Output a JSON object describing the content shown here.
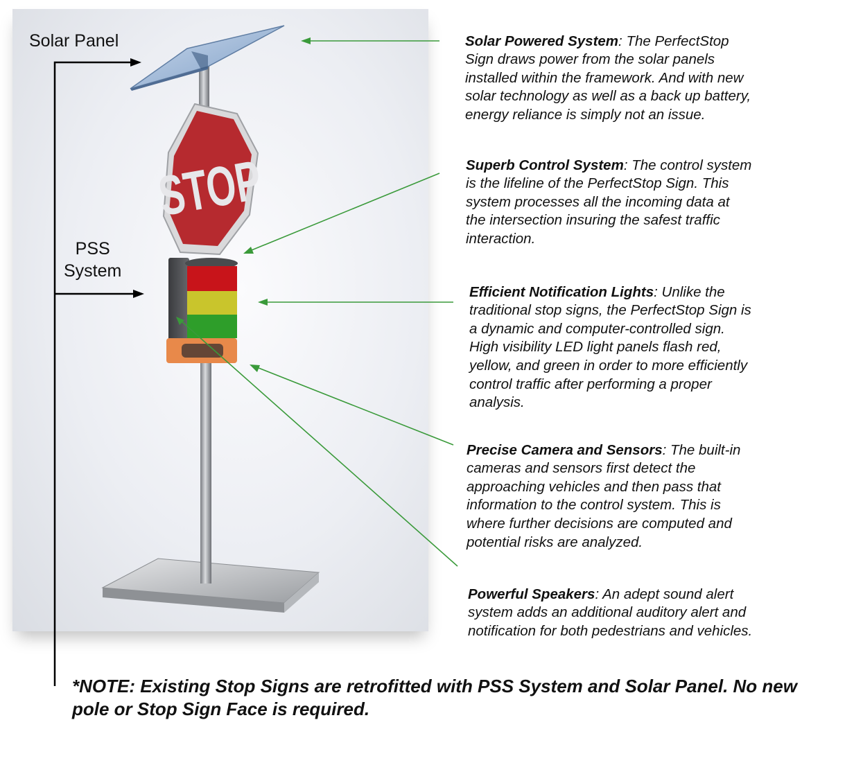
{
  "labels": {
    "solar_panel": "Solar Panel",
    "pss_system": "PSS\nSystem",
    "stop_sign_text": "STOP"
  },
  "callouts": [
    {
      "title": "Solar Powered System",
      "body": ": The PerfectStop\nSign draws power from the solar panels\ninstalled within the framework.  And with new\nsolar technology as well as a back up battery,\nenergy reliance is simply not an issue."
    },
    {
      "title": "Superb Control System",
      "body": ": The control system\nis the lifeline of the PerfectStop Sign. This\nsystem processes all the incoming data at\nthe intersection insuring the safest traffic\ninteraction."
    },
    {
      "title": "Efficient Notification Lights",
      "body": ": Unlike the\ntraditional stop signs, the PerfectStop Sign is\na dynamic and computer-controlled sign.\n  High visibility LED light panels flash red,\nyellow, and green in order to more efficiently\ncontrol traffic after performing a proper\nanalysis."
    },
    {
      "title": "Precise Camera and Sensors",
      "body": ": The built-in\ncameras and sensors first detect the\napproaching vehicles and then pass that\ninformation to the control system.  This is\nwhere further decisions are computed and\npotential risks are analyzed."
    },
    {
      "title": "Powerful Speakers",
      "body": ": An adept sound alert\nsystem adds an additional auditory alert and\nnotification for both pedestrians and vehicles."
    }
  ],
  "note": "*NOTE:  Existing Stop Signs are retrofitted with PSS System and Solar Panel.  No new pole or Stop Sign Face is required.",
  "colors": {
    "arrow": "#3a9a3a",
    "stop_red": "#b62a2f",
    "light_red": "#c8141a",
    "light_yellow": "#c9c52c",
    "light_green": "#2e9e2a",
    "light_orange": "#e8894a"
  }
}
